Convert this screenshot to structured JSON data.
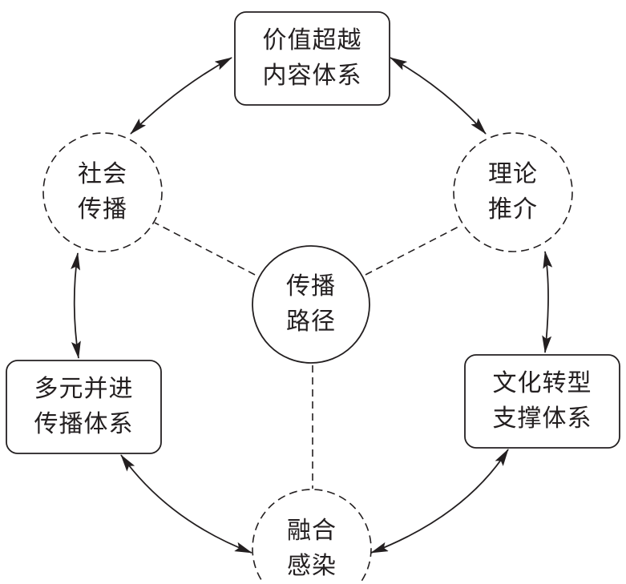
{
  "diagram": {
    "center": {
      "id": "path",
      "lines": [
        "传播",
        "路径"
      ],
      "style": "solid-circle"
    },
    "nodes": [
      {
        "id": "value",
        "lines": [
          "价值超越",
          "内容体系"
        ],
        "style": "solid-box"
      },
      {
        "id": "theory",
        "lines": [
          "理论",
          "推介"
        ],
        "style": "dashed-circle"
      },
      {
        "id": "culture",
        "lines": [
          "文化转型",
          "支撑体系"
        ],
        "style": "solid-box"
      },
      {
        "id": "fusion",
        "lines": [
          "融合",
          "感染"
        ],
        "style": "dashed-circle"
      },
      {
        "id": "multi",
        "lines": [
          "多元并进",
          "传播体系"
        ],
        "style": "solid-box"
      },
      {
        "id": "social",
        "lines": [
          "社会",
          "传播"
        ],
        "style": "dashed-circle"
      }
    ],
    "cycle_edges": [
      {
        "from": "value",
        "to": "theory",
        "type": "bidirectional-arrow"
      },
      {
        "from": "theory",
        "to": "culture",
        "type": "bidirectional-arrow"
      },
      {
        "from": "culture",
        "to": "fusion",
        "type": "bidirectional-arrow"
      },
      {
        "from": "fusion",
        "to": "multi",
        "type": "bidirectional-arrow"
      },
      {
        "from": "multi",
        "to": "social",
        "type": "bidirectional-arrow"
      },
      {
        "from": "social",
        "to": "value",
        "type": "bidirectional-arrow"
      }
    ],
    "spoke_edges": [
      {
        "from": "path",
        "to": "social",
        "type": "dashed-line"
      },
      {
        "from": "path",
        "to": "theory",
        "type": "dashed-line"
      },
      {
        "from": "path",
        "to": "fusion",
        "type": "dashed-line"
      }
    ],
    "colors": {
      "stroke": "#231f20",
      "text": "#231f20",
      "background": "#ffffff"
    }
  }
}
